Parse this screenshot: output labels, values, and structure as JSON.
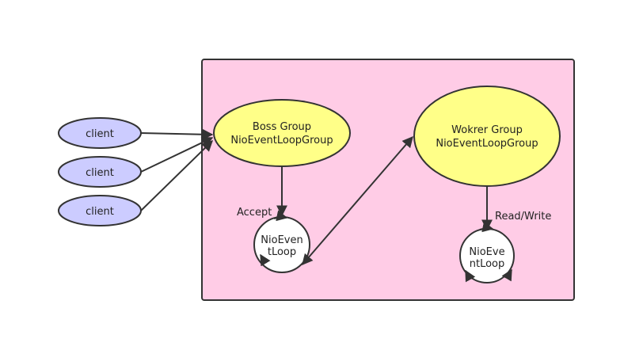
{
  "clients": [
    {
      "label": "client"
    },
    {
      "label": "client"
    },
    {
      "label": "client"
    }
  ],
  "boss_group": {
    "line1": "Boss Group",
    "line2": "NioEventLoopGroup"
  },
  "worker_group": {
    "line1": "Wokrer Group",
    "line2": "NioEventLoopGroup"
  },
  "boss_loop": {
    "line1": "NioEven",
    "line2": "tLoop"
  },
  "worker_loop": {
    "line1": "NioEve",
    "line2": "ntLoop"
  },
  "edge_labels": {
    "accept": "Accept",
    "read_write": "Read/Write"
  },
  "colors": {
    "container_fill": "#ffcce6",
    "client_fill": "#ccccff",
    "group_fill": "#ffff88",
    "loop_fill": "#ffffff",
    "stroke": "#333333"
  }
}
